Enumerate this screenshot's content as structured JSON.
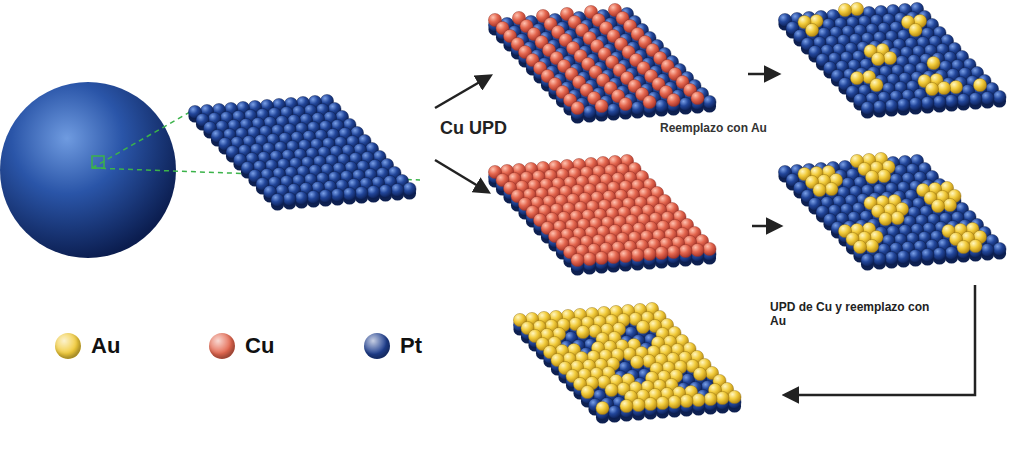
{
  "diagram": {
    "labels": [
      "Cu UPD",
      "Reemplazo con Au",
      "UPD de Cu y reemplazo con Au"
    ],
    "legend": [
      {
        "text": "Au",
        "color": "#f2cc3c"
      },
      {
        "text": "Cu",
        "color": "#e4674f"
      },
      {
        "text": "Pt",
        "color": "#1f3f8f"
      }
    ]
  }
}
